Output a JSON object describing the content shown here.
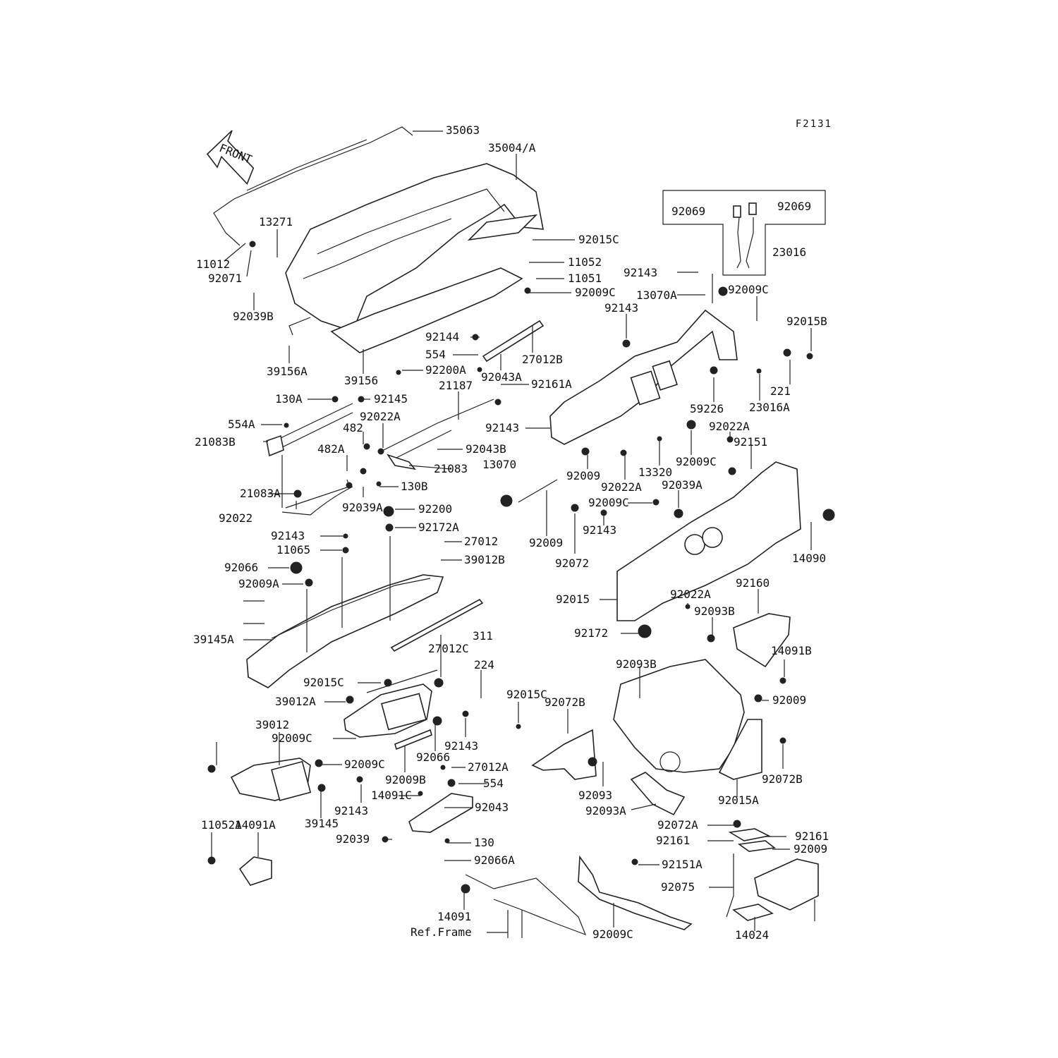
{
  "figure_code": "F2131",
  "front_arrow": {
    "label": "FRONT"
  },
  "inset": {
    "parts": {
      "clip_left": "92069",
      "clip_right": "92069",
      "harness": "23016"
    }
  },
  "ref_frame": "Ref.Frame",
  "callouts": [
    "35063",
    "35004/A",
    "13271",
    "11012",
    "92071",
    "92039B",
    "39156A",
    "39156",
    "92015C",
    "11052",
    "11051",
    "92009C",
    "92144",
    "554",
    "27012B",
    "92200A",
    "92043A",
    "92161A",
    "21187",
    "92145",
    "130A",
    "554A",
    "21083B",
    "92022A",
    "482",
    "482A",
    "92043B",
    "21083",
    "130B",
    "21083A",
    "92022",
    "92039A",
    "92200",
    "92172A",
    "92143",
    "11065",
    "92066",
    "92009A",
    "27012",
    "39012B",
    "39145A",
    "311",
    "27012C",
    "224",
    "92015C",
    "92015C",
    "39012A",
    "39012",
    "92009C",
    "92143",
    "92066",
    "92009C",
    "92143",
    "39145",
    "92009B",
    "27012A",
    "554",
    "14091C",
    "92043",
    "92039",
    "130",
    "11052A",
    "14091A",
    "92066A",
    "14091",
    "92009C",
    "92143",
    "13070A",
    "92009C",
    "92015B",
    "92143",
    "221",
    "23016A",
    "59226",
    "92143",
    "92009",
    "92022A",
    "92151",
    "13320",
    "92009C",
    "92022A",
    "92039A",
    "13070",
    "92009",
    "92009C",
    "92143",
    "92072",
    "14090",
    "92015",
    "92022A",
    "92093B",
    "92160",
    "92172",
    "14091B",
    "92093B",
    "92072B",
    "92009",
    "92072B",
    "92093",
    "92093A",
    "92015A",
    "92072A",
    "92161",
    "92161",
    "92009",
    "92151A",
    "92075",
    "14024"
  ]
}
